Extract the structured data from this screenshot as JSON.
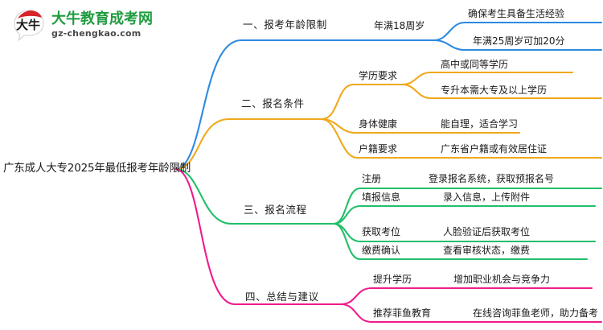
{
  "logo": {
    "mark_text": "大牛",
    "title": "大牛教育成考网",
    "domain": "gz-chengkao.com",
    "brand_green": "#1f9b3f",
    "brand_red": "#d8232a"
  },
  "mindmap": {
    "root": {
      "label": "广东成人大专2025年最低报考年龄限制"
    },
    "branches": [
      {
        "color": "#2e8ae0",
        "label": "一、报考年龄限制",
        "children": [
          {
            "label": "年满18周岁",
            "children": [
              {
                "label": "确保考生具备生活经验"
              },
              {
                "label": "年满25周岁可加20分"
              }
            ]
          }
        ]
      },
      {
        "color": "#f0a81c",
        "label": "二、报名条件",
        "children": [
          {
            "label": "学历要求",
            "children": [
              {
                "label": "高中或同等学历"
              },
              {
                "label": "专升本需大专及以上学历"
              }
            ]
          },
          {
            "label": "身体健康",
            "children": [
              {
                "label": "能自理，适合学习"
              }
            ]
          },
          {
            "label": "户籍要求",
            "children": [
              {
                "label": "广东省户籍或有效居住证"
              }
            ]
          }
        ]
      },
      {
        "color": "#22bf6a",
        "label": "三、报名流程",
        "children": [
          {
            "label": "注册",
            "children": [
              {
                "label": "登录报名系统，获取预报名号"
              }
            ]
          },
          {
            "label": "填报信息",
            "children": [
              {
                "label": "录入信息，上传附件"
              }
            ]
          },
          {
            "label": "获取考位",
            "children": [
              {
                "label": "人脸验证后获取考位"
              }
            ]
          },
          {
            "label": "缴费确认",
            "children": [
              {
                "label": "查看审核状态，缴费"
              }
            ]
          }
        ]
      },
      {
        "color": "#ef1b8d",
        "label": "四、总结与建议",
        "children": [
          {
            "label": "提升学历",
            "children": [
              {
                "label": "增加职业机会与竞争力"
              }
            ]
          },
          {
            "label": "推荐菲鱼教育",
            "children": [
              {
                "label": "在线咨询菲鱼老师，助力备考"
              }
            ]
          }
        ]
      }
    ]
  }
}
